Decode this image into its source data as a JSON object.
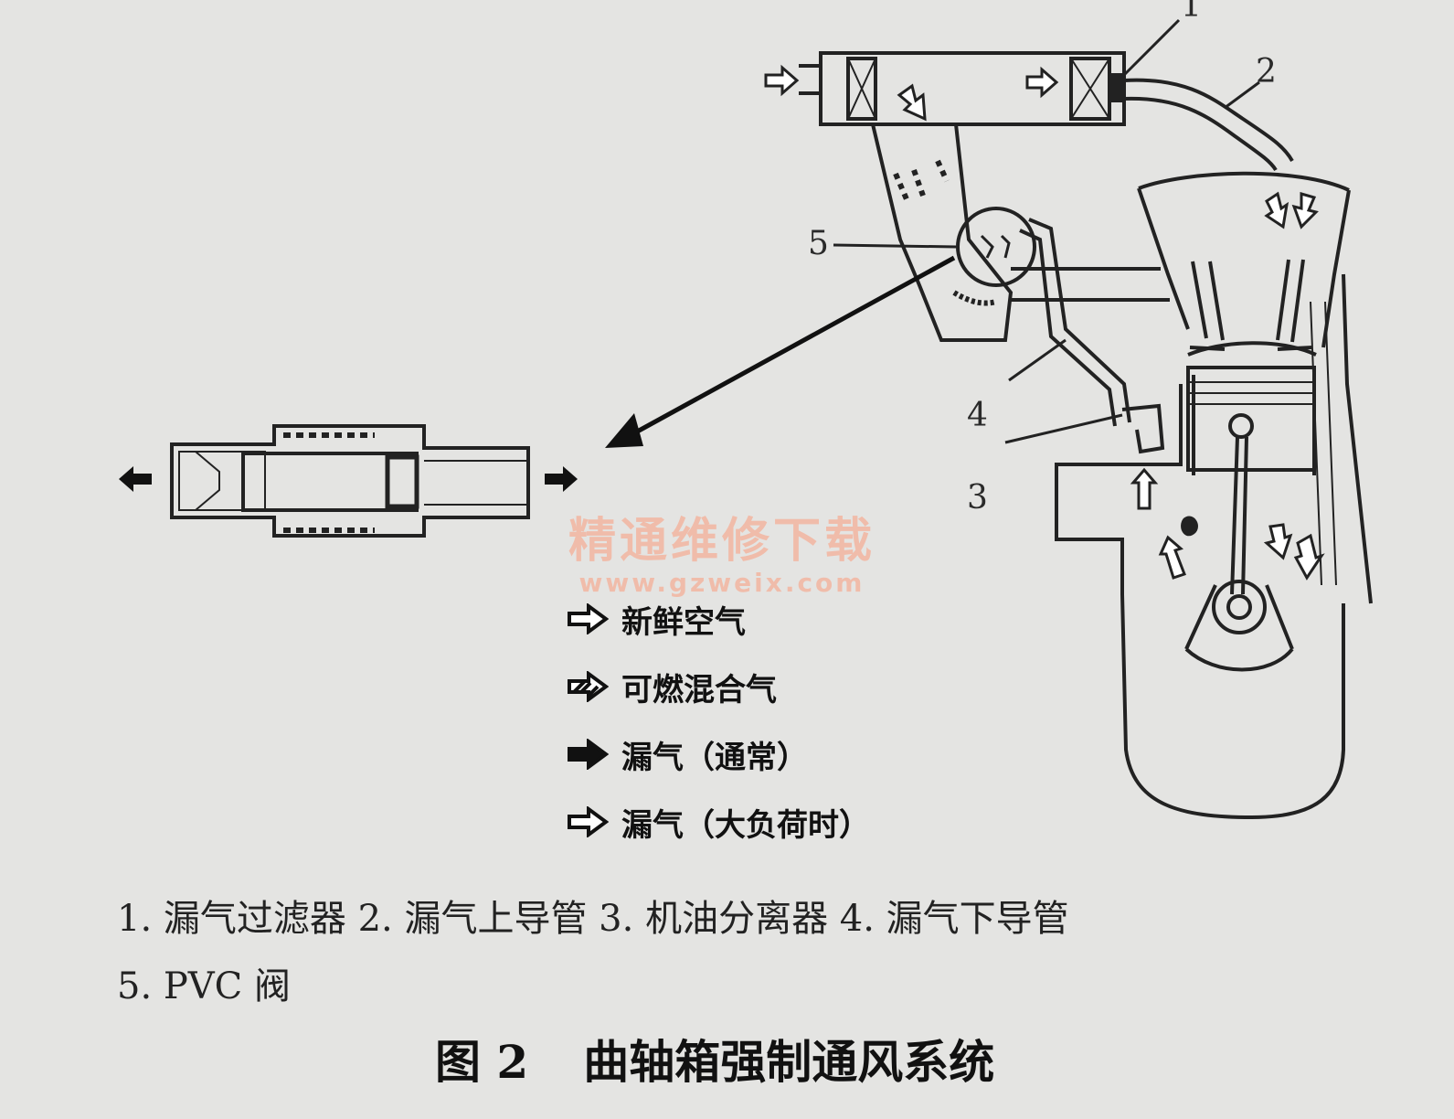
{
  "callouts": [
    "1",
    "2",
    "3",
    "4",
    "5"
  ],
  "legend": [
    {
      "icon": "hollow-arrow-icon",
      "label": "新鲜空气"
    },
    {
      "icon": "striped-arrow-icon",
      "label": "可燃混合气"
    },
    {
      "icon": "solid-arrow-icon",
      "label": "漏气（通常）"
    },
    {
      "icon": "hollow-arrow-icon",
      "label": "漏气（大负荷时）"
    }
  ],
  "watermark": {
    "title": "精通维修下载",
    "url": "www.gzweix.com"
  },
  "caption": {
    "line1": "1. 漏气过滤器 2. 漏气上导管 3. 机油分离器 4. 漏气下导管",
    "line2": "5. PVC 阀"
  },
  "figure": {
    "number": "图 2",
    "title": "曲轴箱强制通风系统"
  }
}
